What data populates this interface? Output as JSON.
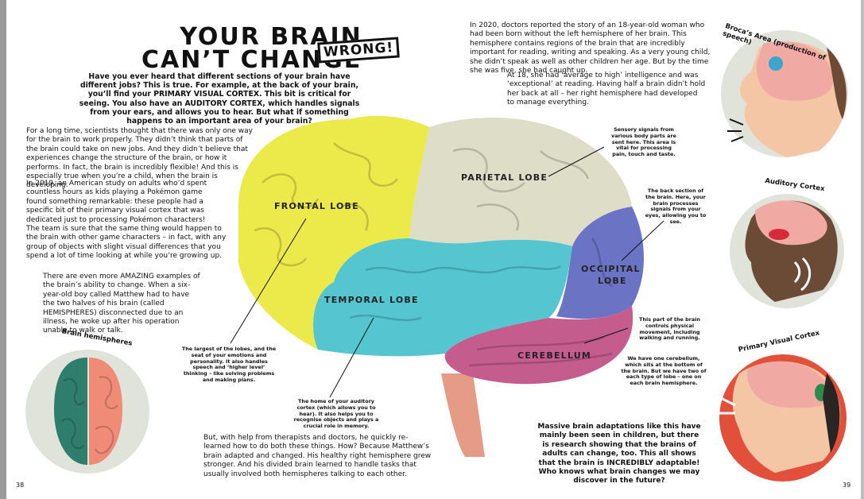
{
  "title": {
    "line1": "YOUR BRAIN",
    "line2": "CAN’T CHANGE",
    "stamp": "WRONG!"
  },
  "intro": "Have you ever heard that different sections of your brain have different jobs? This is true. For example, at the back of your brain, you’ll find your PRIMARY VISUAL CORTEX. This bit is critical for seeing. You also have an AUDITORY CORTEX, which handles signals from your ears, and allows you to hear. But what if something happens to an important area of your brain?",
  "left_column": {
    "p1": "For a long time, scientists thought that there was only one way for the brain to work properly. They didn’t think that parts of the brain could take on new jobs. And they didn’t believe that experiences change the structure of the brain, or how it performs. In fact, the brain is incredibly flexible! And this is especially true when you’re a child, when the brain is developing.",
    "p2": "In 2019, an American study on adults who’d spent countless hours as kids playing a Pokémon game found something remarkable: these people had a specific bit of their primary visual cortex that was dedicated just to processing Pokémon characters!",
    "p3": "The team is sure that the same thing would happen to the brain with other game characters – in fact, with any group of objects with slight visual differences that you spend a lot of time looking at while you’re growing up.",
    "p4": "There are even more AMAZING examples of the brain’s ability to change. When a six-year-old boy called Matthew had to have the two halves of his brain (called HEMISPHERES) disconnected due to an illness, he woke up after his operation unable to walk or talk."
  },
  "bottom_text": "But, with help from therapists and doctors, he quickly re-learned how to do both these things. How? Because Matthew’s brain adapted and changed. His healthy right hemisphere grew stronger. And his divided brain learned to handle tasks that usually involved both hemispheres talking to each other.",
  "right_column": {
    "p1": "In 2020, doctors reported the story of an 18-year-old woman who had been born without the left hemisphere of her brain. This hemisphere contains regions of the brain that are incredibly important for reading, writing and speaking. As a very young child, she didn’t speak as well as other children her age. But by the time she was five, she had caught up.",
    "p2": "At 18, she had ‘average to high’ intelligence and was ‘exceptional’ at reading. Having half a brain didn’t hold her back at all – her right hemisphere had developed to manage everything.",
    "closing": "Massive brain adaptations like this have mainly been seen in children, but there is research showing that the brains of adults can change, too. This all shows that the brain is INCREDIBLY adaptable! Who knows what brain changes we may discover in the future?"
  },
  "lobes": {
    "frontal": "FRONTAL LOBE",
    "parietal": "PARIETAL LOBE",
    "temporal": "TEMPORAL LOBE",
    "occipital_1": "OCCIPITAL",
    "occipital_2": "LOBE",
    "cerebellum": "CEREBELLUM"
  },
  "annotations": {
    "frontal": "The largest of the lobes, and the seat of your emotions and personality. It also handles speech and ‘higher level’ thinking – like solving problems and making plans.",
    "temporal": "The home of your auditory cortex (which allows you to hear). It also helps you to recognise objects and plays a crucial role in memory.",
    "parietal": "Sensory signals from various body parts are sent here. This area is vital for processing pain, touch and taste.",
    "occipital": "The back section of the brain. Here, your brain processes signals from your eyes, allowing you to see.",
    "cerebellum_1": "This part of the brain controls physical movement, including walking and running.",
    "cerebellum_2": "We have one cerebellum, which sits at the bottom of the brain. But we have two of each type of lobe – one on each brain hemisphere."
  },
  "circles": {
    "hemispheres": "Brain hemispheres",
    "broca": "Broca’s Area (production of speech)",
    "auditory": "Auditory Cortex",
    "visual": "Primary Visual Cortex"
  },
  "page_numbers": {
    "left": "38",
    "right": "39"
  },
  "colors": {
    "frontal": "#ecea4a",
    "parietal": "#deddc8",
    "temporal": "#55c6cf",
    "occipital": "#6b73c4",
    "cerebellum": "#c55c8e",
    "stem": "#e59b86",
    "left_hemisphere": "#2f7d6c",
    "right_hemisphere": "#ef8b76",
    "circle_bg": "#dfe3da",
    "visual_bg": "#e2503b"
  }
}
